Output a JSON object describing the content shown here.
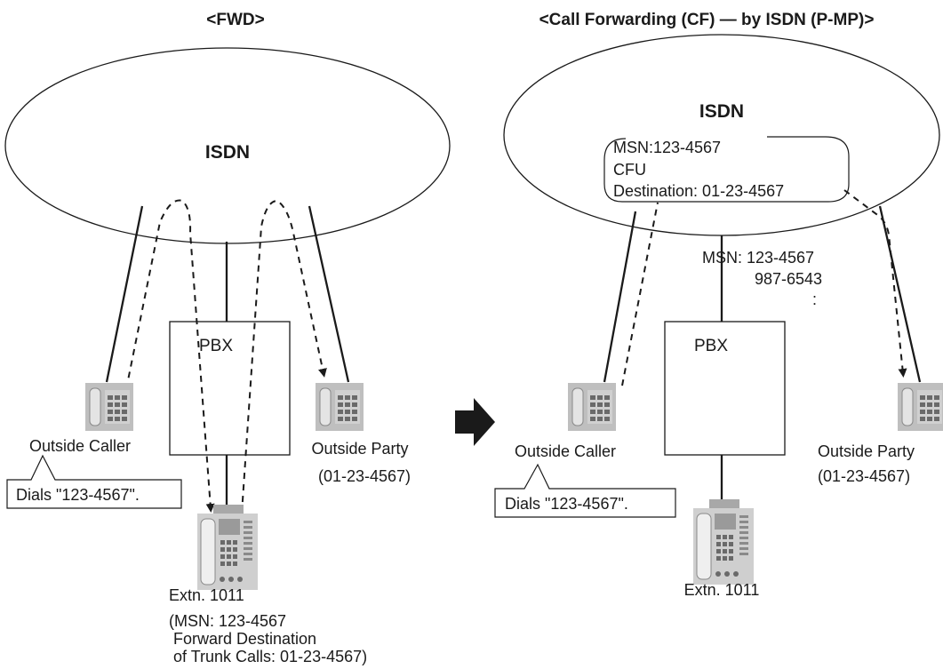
{
  "left": {
    "title": "<FWD>",
    "network_label": "ISDN",
    "pbx_label": "PBX",
    "outside_caller": "Outside Caller",
    "caller_bubble": "Dials \"123-4567\".",
    "outside_party": "Outside Party",
    "outside_party_number": "(01-23-4567)",
    "extension": "Extn. 1011",
    "extension_note": [
      "(MSN: 123-4567",
      " Forward Destination",
      " of Trunk Calls: 01-23-4567)"
    ]
  },
  "right": {
    "title": "<Call Forwarding (CF) — by ISDN (P-MP)>",
    "network_label": "ISDN",
    "msn_box": [
      "MSN:123-4567",
      "CFU",
      "Destination: 01-23-4567"
    ],
    "msn_list": [
      "MSN: 123-4567",
      "987-6543",
      ":"
    ],
    "pbx_label": "PBX",
    "outside_caller": "Outside Caller",
    "caller_bubble": "Dials \"123-4567\".",
    "outside_party": "Outside Party",
    "outside_party_number": "(01-23-4567)",
    "extension": "Extn. 1011"
  },
  "icons": [
    "telephone-icon",
    "proprietary-telephone-icon",
    "transition-arrow-icon"
  ]
}
